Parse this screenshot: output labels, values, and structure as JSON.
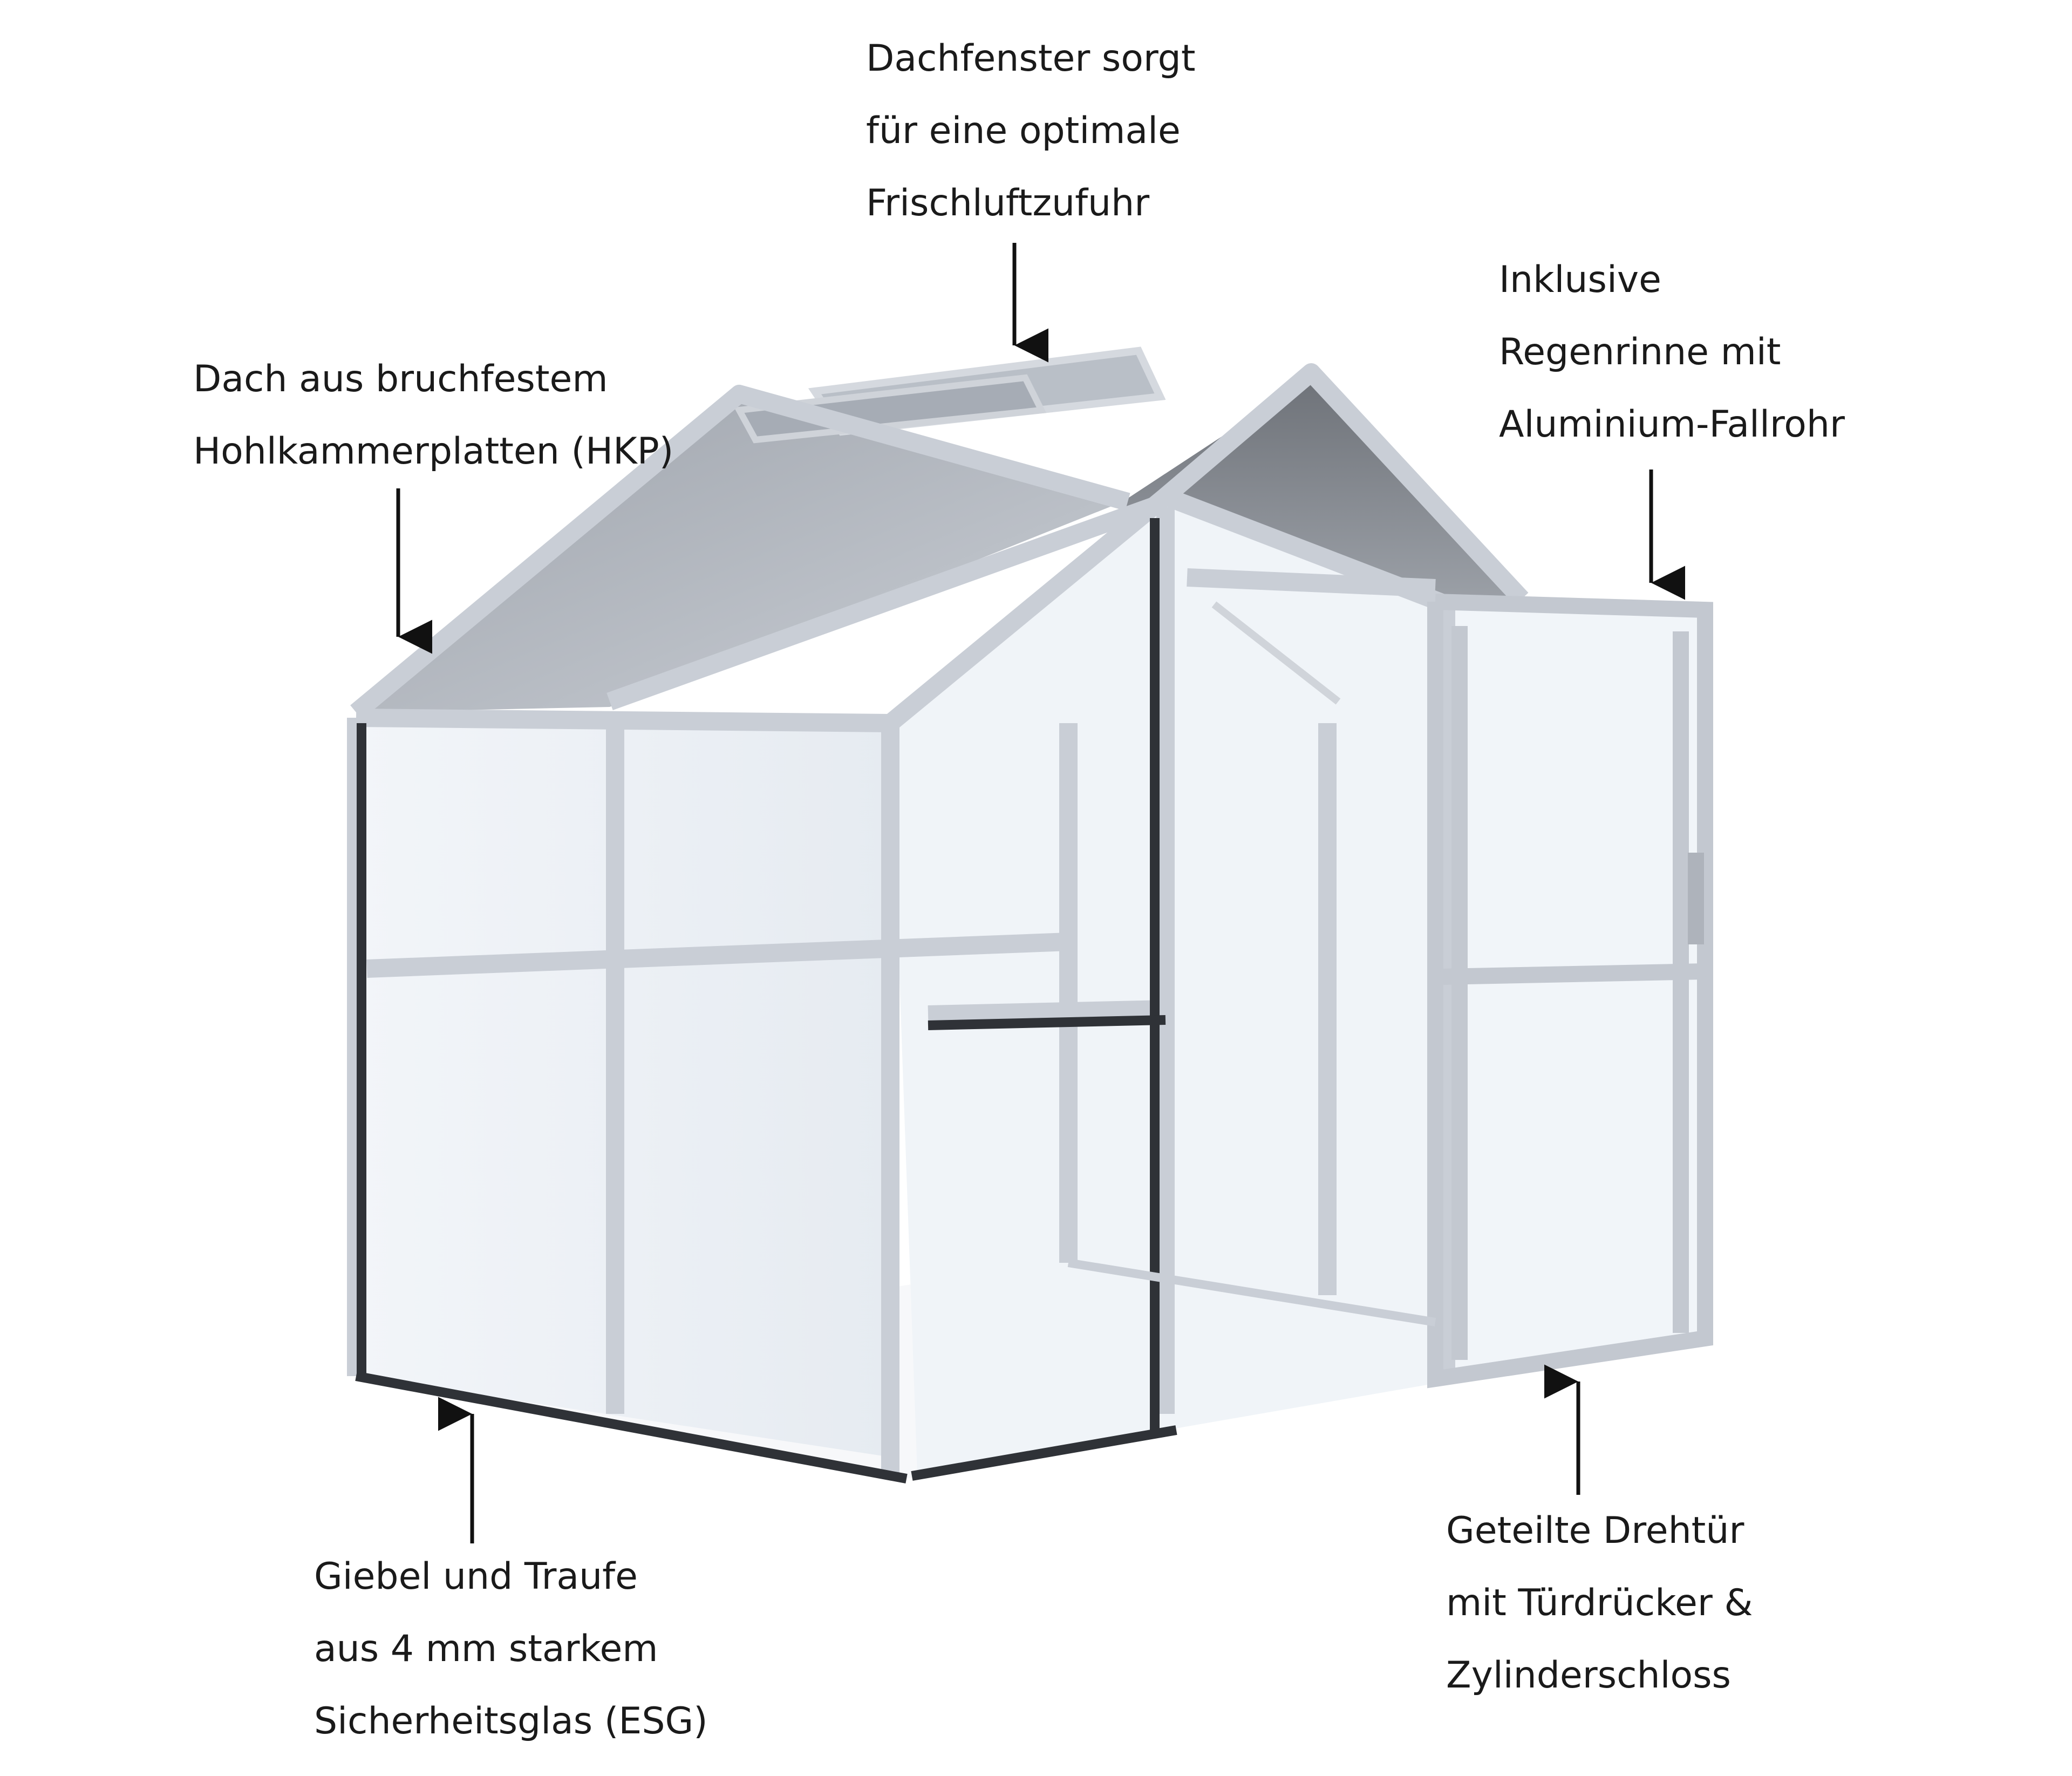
{
  "callouts": {
    "roof_window": [
      "Dachfenster sorgt",
      "für eine optimale",
      "Frischluftzufuhr"
    ],
    "roof_material": [
      "Dach aus bruchfestem",
      "Hohlkammerplatten (HKP)"
    ],
    "gutter": [
      "Inklusive",
      "Regenrinne mit",
      "Aluminium-Fallrohr"
    ],
    "glass": [
      "Giebel und Traufe",
      "aus 4 mm starkem",
      "Sicherheitsglas (ESG)"
    ],
    "door": [
      "Geteilte Drehtür",
      "mit Türdrücker &",
      "Zylinderschloss"
    ]
  },
  "colors": {
    "frame": "#c9ced6",
    "frame_dark": "#3a3d42",
    "glass": "#eef3f8",
    "roof_panel": "#8f96a1",
    "text": "#1a1a1a",
    "arrow": "#111111"
  },
  "icons": [
    "arrow-down-icon",
    "arrow-up-icon"
  ]
}
